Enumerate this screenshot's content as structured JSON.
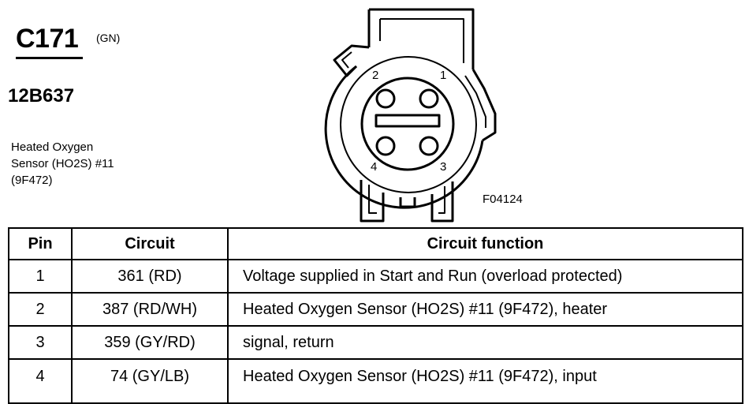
{
  "connector": {
    "id": "C171",
    "color_code": "(GN)",
    "part_number": "12B637",
    "description_lines": [
      "Heated Oxygen",
      "Sensor (HO2S) #11",
      "(9F472)"
    ],
    "figure_code": "F04124",
    "pin_labels": [
      "1",
      "2",
      "3",
      "4"
    ]
  },
  "table": {
    "headers": [
      "Pin",
      "Circuit",
      "Circuit function"
    ],
    "rows": [
      {
        "pin": "1",
        "circuit": "361 (RD)",
        "function": "Voltage supplied in Start and Run (overload protected)"
      },
      {
        "pin": "2",
        "circuit": "387 (RD/WH)",
        "function": "Heated Oxygen Sensor (HO2S) #11 (9F472), heater"
      },
      {
        "pin": "3",
        "circuit": "359 (GY/RD)",
        "function": "signal, return"
      },
      {
        "pin": "4",
        "circuit": "74 (GY/LB)",
        "function": "Heated Oxygen Sensor (HO2S) #11 (9F472), input"
      }
    ]
  }
}
